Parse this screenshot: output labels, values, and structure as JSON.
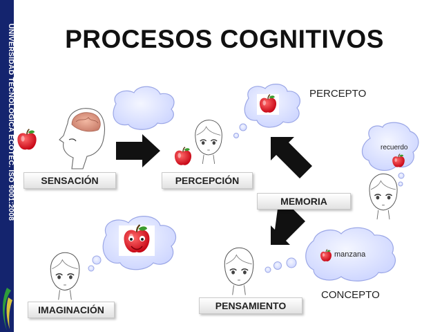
{
  "sidebar": {
    "text": "UNIVERSIDAD TECNOLÓGICA ECOTEC. ISO 9001:2008"
  },
  "title": "PROCESOS  COGNITIVOS",
  "labels": {
    "sensacion": "SENSACIÓN",
    "percepcion": "PERCEPCIÓN",
    "memoria": "MEMORIA",
    "imaginacion": "IMAGINACIÓN",
    "pensamiento": "PENSAMIENTO"
  },
  "annotations": {
    "percepto": "PERCEPTO",
    "concepto": "CONCEPTO"
  },
  "bubbles": {
    "recuerdo": "recuerdo",
    "manzana": "manzana"
  },
  "colors": {
    "sidebar": "#14246e",
    "apple": "#e3131c",
    "cloud": "#dde3ff",
    "arrow": "#111111"
  }
}
